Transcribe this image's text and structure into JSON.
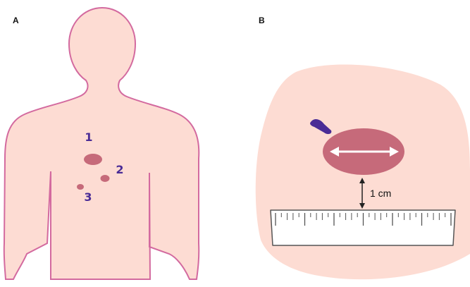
{
  "panels": [
    {
      "id": "A",
      "label": "A"
    },
    {
      "id": "B",
      "label": "B"
    }
  ],
  "lesions": [
    {
      "number": "1"
    },
    {
      "number": "2"
    },
    {
      "number": "3"
    }
  ],
  "measurement": {
    "distance_label": "1 cm"
  },
  "colors": {
    "skin": "#fddcd3",
    "outline": "#d36a9f",
    "lesion": "#c66a7a",
    "ink": "#4a2c96",
    "arrow": "#ffffff",
    "ruler_stroke": "#555555",
    "ruler_fill": "#ffffff",
    "text": "#111111"
  }
}
